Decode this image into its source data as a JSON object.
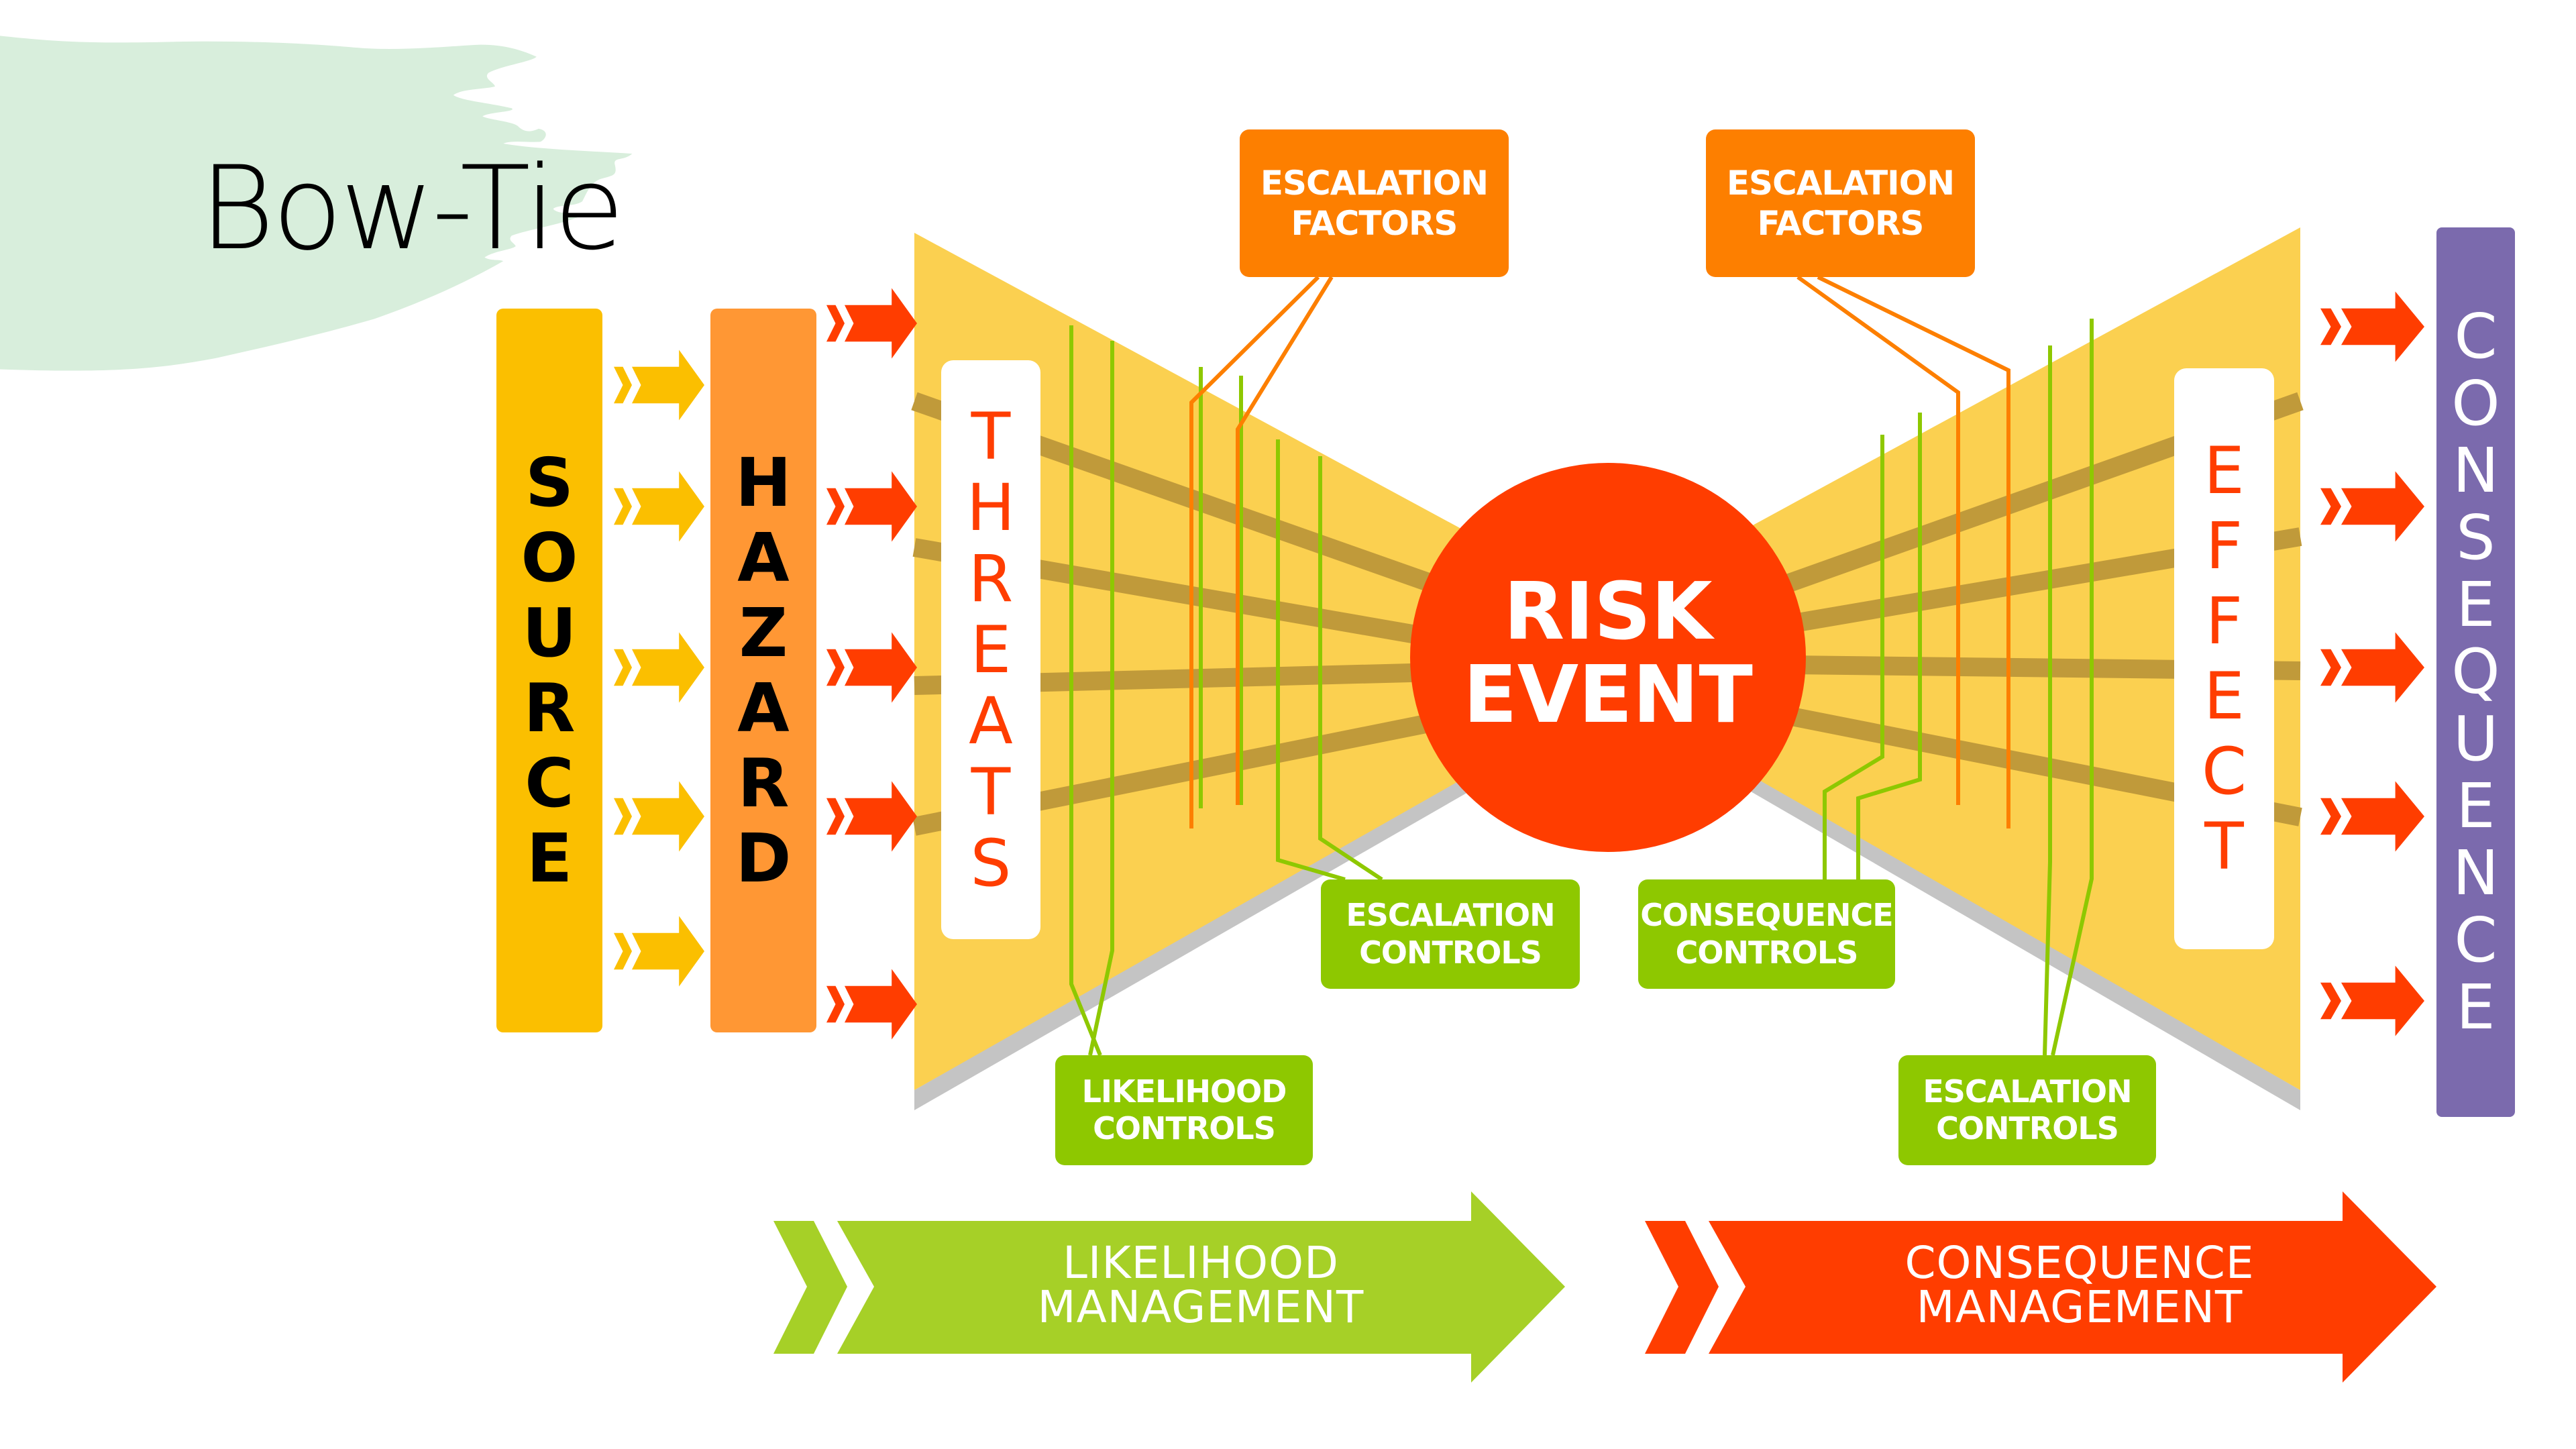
{
  "title": "Bow-Tie",
  "colors": {
    "brush": "#d8eedc",
    "source": "#fbbf00",
    "hazard": "#ff9734",
    "wing": "#fbd050",
    "wing_shadow": "#c4c4c4",
    "threat_line": "#c09a3a",
    "risk": "#ff3d00",
    "escalation_factor": "#fd7f00",
    "control": "#8ec800",
    "likelihood_mgmt": "#a6d027",
    "consequence_mgmt": "#ff3d00",
    "consequence": "#7b6aad",
    "red_text": "#ff3d00"
  },
  "source": {
    "label": "SOURCE"
  },
  "hazard": {
    "label": "HAZARD"
  },
  "threats": {
    "label": "THREATS"
  },
  "risk_event": {
    "label": "RISK\nEVENT"
  },
  "effect": {
    "label": "EFFECT"
  },
  "consequence": {
    "label": "CONSEQUENCE"
  },
  "escalation_factors_left": {
    "label": "ESCALATION\nFACTORS"
  },
  "escalation_factors_right": {
    "label": "ESCALATION\nFACTORS"
  },
  "escalation_controls_left": {
    "label": "ESCALATION\nCONTROLS"
  },
  "consequence_controls": {
    "label": "CONSEQUENCE\nCONTROLS"
  },
  "likelihood_controls": {
    "label": "LIKELIHOOD\nCONTROLS"
  },
  "escalation_controls_right": {
    "label": "ESCALATION\nCONTROLS"
  },
  "likelihood_management": {
    "label": "LIKELIHOOD\nMANAGEMENT"
  },
  "consequence_management": {
    "label": "CONSEQUENCE\nMANAGEMENT"
  }
}
